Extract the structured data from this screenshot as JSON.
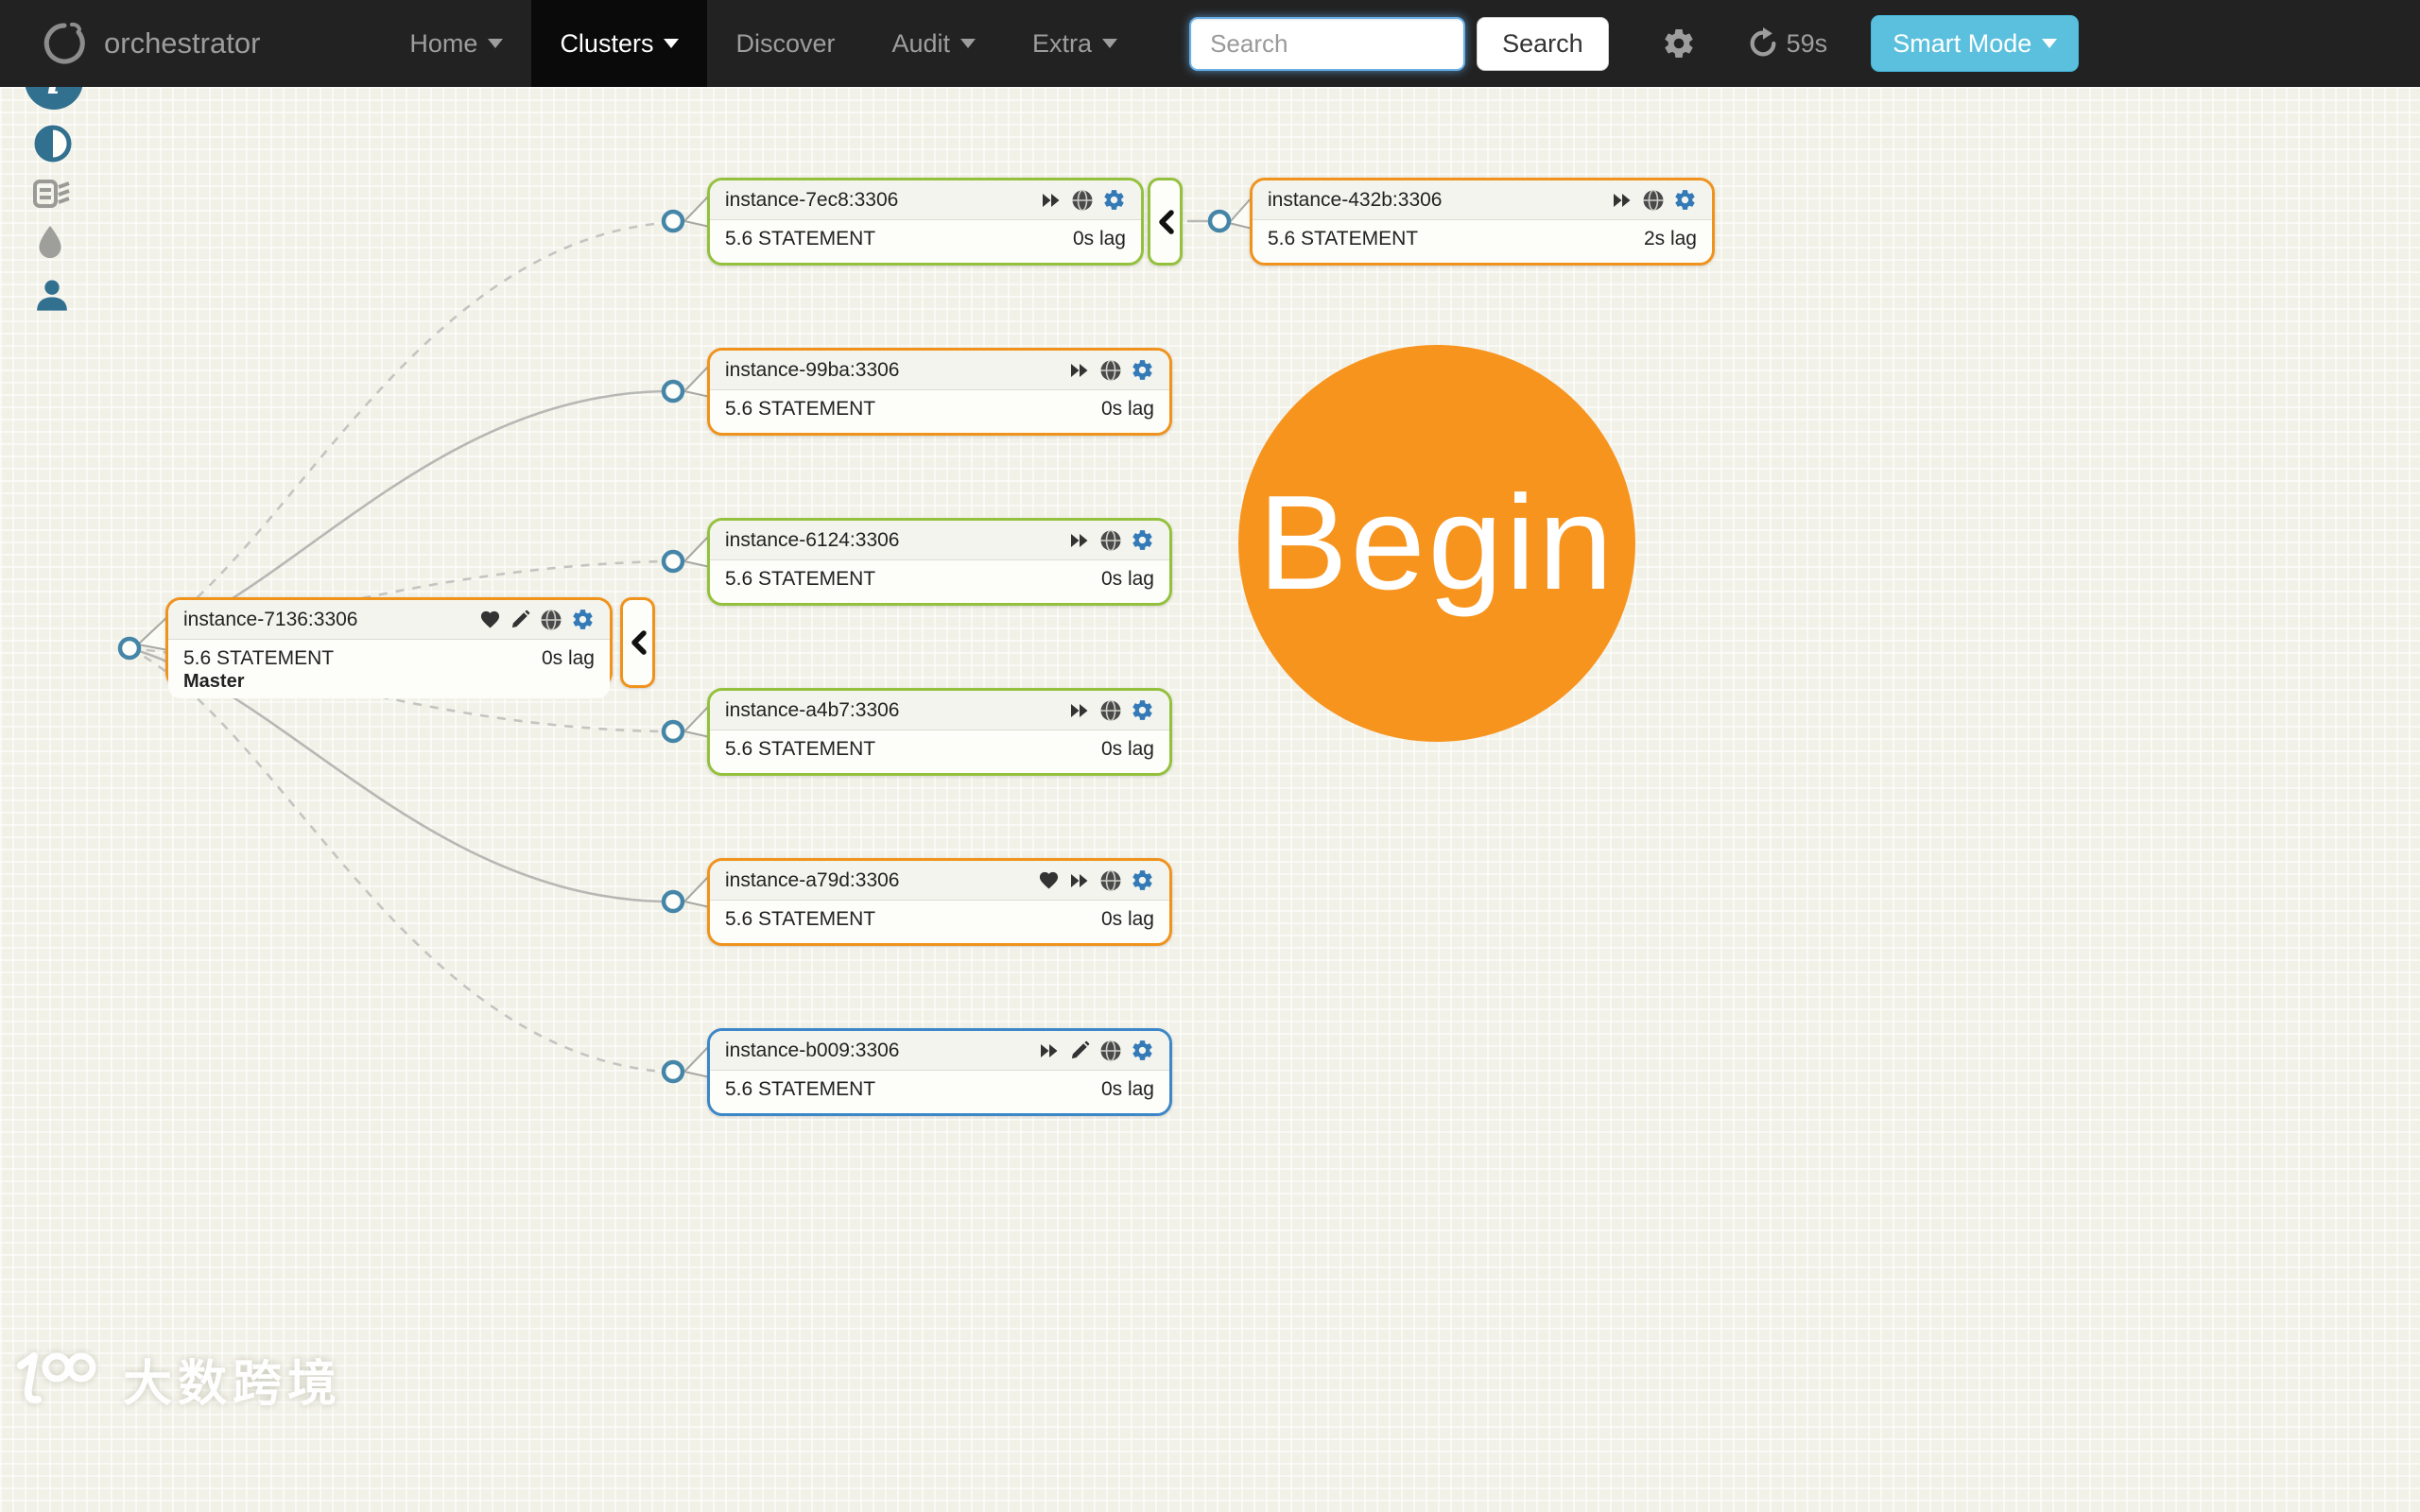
{
  "navbar": {
    "brand": "orchestrator",
    "items": [
      {
        "label": "Home",
        "has_caret": true,
        "active": false
      },
      {
        "label": "Clusters",
        "has_caret": true,
        "active": true
      },
      {
        "label": "Discover",
        "has_caret": false,
        "active": false
      },
      {
        "label": "Audit",
        "has_caret": true,
        "active": false
      },
      {
        "label": "Extra",
        "has_caret": true,
        "active": false
      }
    ],
    "search": {
      "placeholder": "Search",
      "value": "",
      "button_label": "Search"
    },
    "refresh_countdown": "59s",
    "smart_mode_label": "Smart Mode"
  },
  "side_toolbar": {
    "icons": [
      "info-icon",
      "contrast-icon",
      "compact-display-icon",
      "droplet-icon",
      "user-icon"
    ]
  },
  "cluster": {
    "nodes": [
      {
        "title": "instance-7136:3306",
        "version": "5.6 STATEMENT",
        "lag": "0s lag",
        "role": "Master",
        "border_color": "orange",
        "icons": [
          "heart-icon",
          "pencil-icon",
          "globe-icon",
          "settings-icon"
        ],
        "collapsible": true
      },
      {
        "title": "instance-7ec8:3306",
        "version": "5.6 STATEMENT",
        "lag": "0s lag",
        "border_color": "green",
        "icons": [
          "fast-forward-icon",
          "globe-icon",
          "settings-icon"
        ],
        "collapsible": true
      },
      {
        "title": "instance-432b:3306",
        "version": "5.6 STATEMENT",
        "lag": "2s lag",
        "border_color": "orange",
        "icons": [
          "fast-forward-icon",
          "globe-icon",
          "settings-icon"
        ],
        "collapsible": false
      },
      {
        "title": "instance-99ba:3306",
        "version": "5.6 STATEMENT",
        "lag": "0s lag",
        "border_color": "orange",
        "icons": [
          "fast-forward-icon",
          "globe-icon",
          "settings-icon"
        ],
        "collapsible": false
      },
      {
        "title": "instance-6124:3306",
        "version": "5.6 STATEMENT",
        "lag": "0s lag",
        "border_color": "green",
        "icons": [
          "fast-forward-icon",
          "globe-icon",
          "settings-icon"
        ],
        "collapsible": false
      },
      {
        "title": "instance-a4b7:3306",
        "version": "5.6 STATEMENT",
        "lag": "0s lag",
        "border_color": "green",
        "icons": [
          "fast-forward-icon",
          "globe-icon",
          "settings-icon"
        ],
        "collapsible": false
      },
      {
        "title": "instance-a79d:3306",
        "version": "5.6 STATEMENT",
        "lag": "0s lag",
        "border_color": "orange",
        "icons": [
          "heart-icon",
          "fast-forward-icon",
          "globe-icon",
          "settings-icon"
        ],
        "collapsible": false
      },
      {
        "title": "instance-b009:3306",
        "version": "5.6 STATEMENT",
        "lag": "0s lag",
        "border_color": "blue",
        "icons": [
          "fast-forward-icon",
          "pencil-icon",
          "globe-icon",
          "settings-icon"
        ],
        "collapsible": false
      }
    ]
  },
  "overlay": {
    "begin_label": "Begin"
  },
  "watermark": {
    "text": "大数跨境"
  },
  "colors": {
    "navbar_bg": "#222222",
    "active_item_bg": "#0a0a0a",
    "nav_text": "#9d9d9d",
    "smart_mode_bg": "#5bc0de",
    "node_orange": "#f0931d",
    "node_green": "#94c13d",
    "node_blue": "#3c87c7",
    "begin_circle": "#f7941e",
    "gear_icon_blue": "#337ab7",
    "info_icon_blue": "#31708f",
    "connector_dot_stroke": "#4586a8",
    "canvas_bg": "#f2f1e8"
  }
}
